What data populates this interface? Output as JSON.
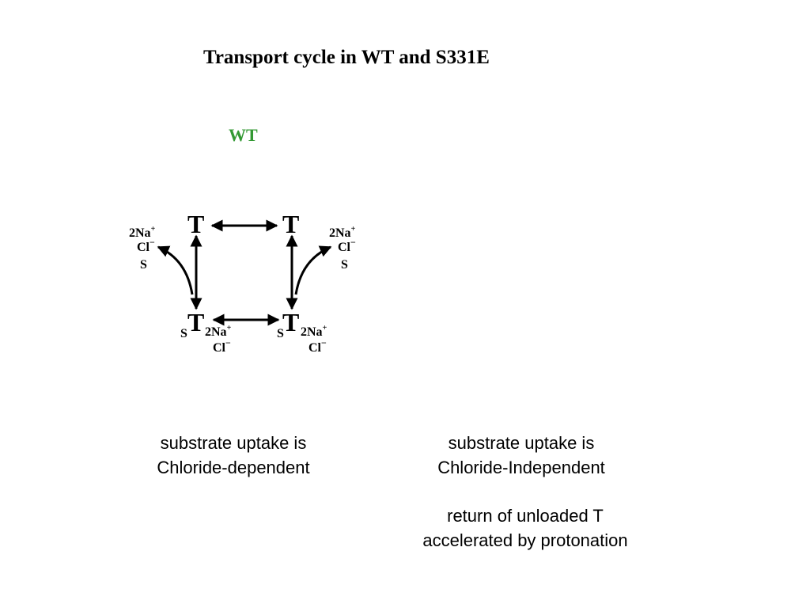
{
  "slide": {
    "title": "Transport cycle in WT and S331E",
    "subtitle": "WT",
    "subtitle_color": "#339933"
  },
  "diagram": {
    "states": {
      "top_left": "T",
      "top_right": "T",
      "bottom_left": "T",
      "bottom_right": "T"
    },
    "left_ligands": {
      "sodium": "2Na",
      "sodium_charge": "+",
      "chloride": "Cl",
      "chloride_charge": "−",
      "substrate": "S"
    },
    "right_ligands": {
      "sodium": "2Na",
      "sodium_charge": "+",
      "chloride": "Cl",
      "chloride_charge": "−",
      "substrate": "S"
    },
    "bottom_left_bound": {
      "substrate": "S",
      "sodium": "2Na",
      "sodium_charge": "+",
      "chloride": "Cl",
      "chloride_charge": "−"
    },
    "bottom_right_bound": {
      "substrate": "S",
      "sodium": "2Na",
      "sodium_charge": "+",
      "chloride": "Cl",
      "chloride_charge": "−"
    }
  },
  "captions": {
    "left_line1": "substrate uptake is",
    "left_line2": "Chloride-dependent",
    "right_line1": "substrate uptake is",
    "right_line2": "Chloride-Independent",
    "right_line3": "return of unloaded T",
    "right_line4": "accelerated by protonation"
  }
}
